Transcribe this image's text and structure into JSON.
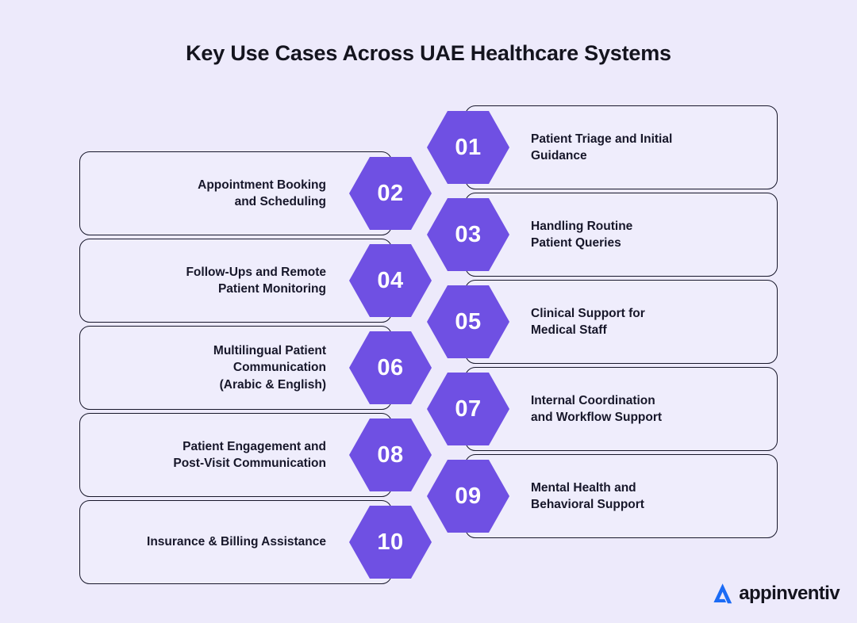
{
  "page": {
    "title": "Key Use Cases Across UAE Healthcare Systems",
    "background_color": "#EDEAFB",
    "card_fill_color": "#EFEDFC",
    "card_border_color": "#17172A",
    "hex_color": "#6F50E3",
    "hex_number_color": "#FFFFFF",
    "text_color": "#17172A",
    "logo_accent_color": "#1B6BF5"
  },
  "logo": {
    "mark_name": "appinventiv-a-mark",
    "text": "appinventiv"
  },
  "items": [
    {
      "number": "01",
      "label": "Patient Triage and Initial\nGuidance",
      "side": "right"
    },
    {
      "number": "02",
      "label": "Appointment Booking\nand Scheduling",
      "side": "left"
    },
    {
      "number": "03",
      "label": "Handling Routine\nPatient Queries",
      "side": "right"
    },
    {
      "number": "04",
      "label": "Follow-Ups and Remote\nPatient Monitoring",
      "side": "left"
    },
    {
      "number": "05",
      "label": "Clinical Support for\nMedical Staff",
      "side": "right"
    },
    {
      "number": "06",
      "label": "Multilingual Patient\nCommunication\n(Arabic & English)",
      "side": "left"
    },
    {
      "number": "07",
      "label": "Internal Coordination\nand Workflow Support",
      "side": "right"
    },
    {
      "number": "08",
      "label": "Patient Engagement and\nPost-Visit Communication",
      "side": "left"
    },
    {
      "number": "09",
      "label": "Mental Health and\nBehavioral Support",
      "side": "right"
    },
    {
      "number": "10",
      "label": "Insurance & Billing Assistance",
      "side": "left"
    }
  ]
}
